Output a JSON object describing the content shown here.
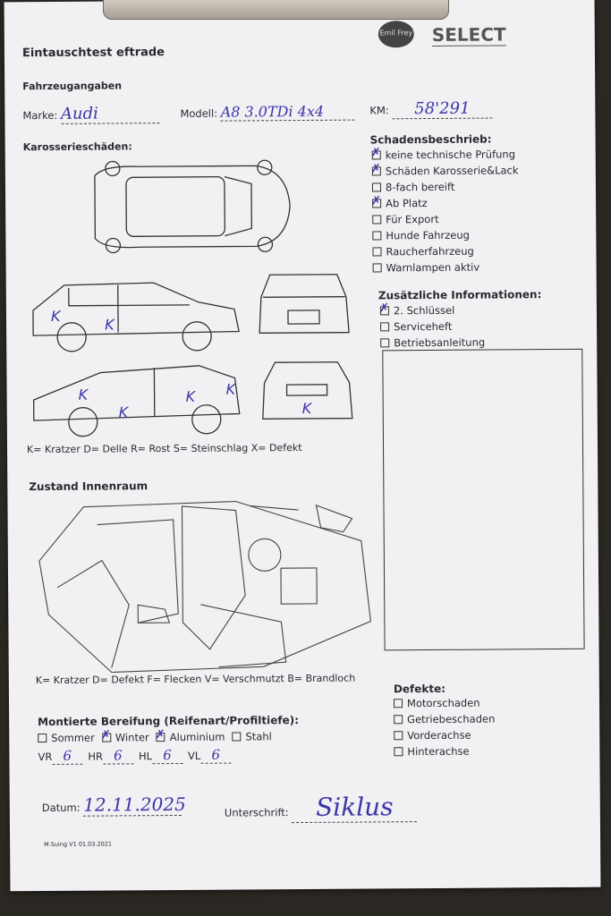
{
  "header": {
    "title": "Eintauschtest eftrade",
    "logo_left": "Emil Frey",
    "logo_right": "SELECT"
  },
  "vehicle": {
    "section": "Fahrzeugangaben",
    "marke_label": "Marke:",
    "marke": "Audi",
    "modell_label": "Modell:",
    "modell": "A8 3.0TDi 4x4",
    "km_label": "KM:",
    "km": "58'291"
  },
  "body_damage": {
    "title": "Karosserieschäden:",
    "legend": "K= Kratzer D= Delle R= Rost S= Steinschlag X= Defekt",
    "marks": [
      "K",
      "K",
      "K",
      "K",
      "K",
      "K",
      "K"
    ]
  },
  "damage_desc": {
    "title": "Schadensbeschrieb:",
    "items": [
      {
        "label": "keine technische Prüfung",
        "checked": true
      },
      {
        "label": "Schäden Karosserie&Lack",
        "checked": true
      },
      {
        "label": "8-fach bereift",
        "checked": false
      },
      {
        "label": "Ab Platz",
        "checked": true
      },
      {
        "label": "Für Export",
        "checked": false
      },
      {
        "label": "Hunde Fahrzeug",
        "checked": false
      },
      {
        "label": "Raucherfahrzeug",
        "checked": false
      },
      {
        "label": "Warnlampen aktiv",
        "checked": false
      }
    ]
  },
  "additional": {
    "title": "Zusätzliche Informationen:",
    "items": [
      {
        "label": "2. Schlüssel",
        "checked": true
      },
      {
        "label": "Serviceheft",
        "checked": false
      },
      {
        "label": "Betriebsanleitung",
        "checked": false
      }
    ]
  },
  "interior": {
    "title": "Zustand Innenraum",
    "legend": "K= Kratzer D= Defekt F= Flecken V= Verschmutzt B= Brandloch"
  },
  "defects": {
    "title": "Defekte:",
    "items": [
      {
        "label": "Motorschaden",
        "checked": false
      },
      {
        "label": "Getriebeschaden",
        "checked": false
      },
      {
        "label": "Vorderachse",
        "checked": false
      },
      {
        "label": "Hinterachse",
        "checked": false
      }
    ]
  },
  "tires": {
    "title": "Montierte Bereifung (Reifenart/Profiltiefe):",
    "types": [
      {
        "label": "Sommer",
        "checked": false
      },
      {
        "label": "Winter",
        "checked": true
      },
      {
        "label": "Aluminium",
        "checked": true
      },
      {
        "label": "Stahl",
        "checked": false
      }
    ],
    "depths": [
      {
        "label": "VR",
        "value": "6"
      },
      {
        "label": "HR",
        "value": "6"
      },
      {
        "label": "HL",
        "value": "6"
      },
      {
        "label": "VL",
        "value": "6"
      }
    ]
  },
  "footer": {
    "datum_label": "Datum:",
    "datum": "12.11.2025",
    "signature_label": "Unterschrift:",
    "signature": "Siklus",
    "version": "M.Suing V1 01.03.2021"
  }
}
